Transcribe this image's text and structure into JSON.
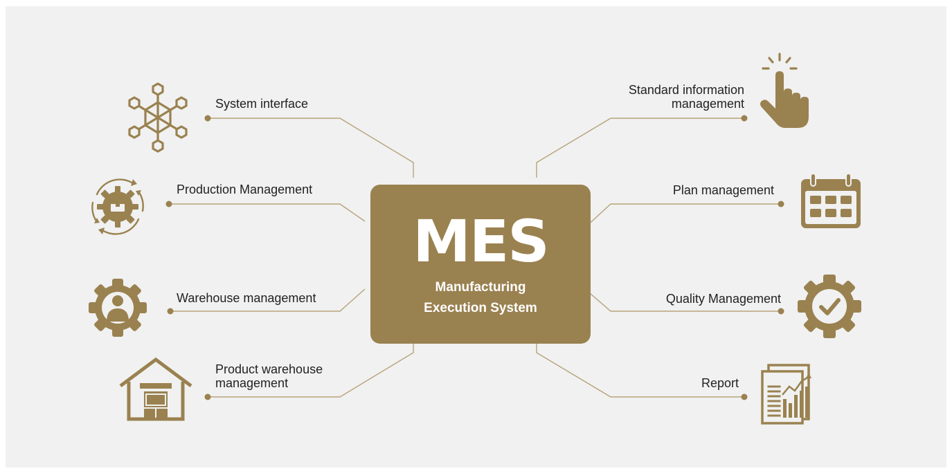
{
  "center": {
    "title": "MES",
    "subtitle_line1": "Manufacturing",
    "subtitle_line2": "Execution System"
  },
  "nodes_left": [
    {
      "label_line1": "System interface",
      "icon": "network-hexagon-icon"
    },
    {
      "label_line1": "Production Management",
      "icon": "gear-cycle-box-icon"
    },
    {
      "label_line1": "Warehouse management",
      "icon": "gear-person-icon"
    },
    {
      "label_line1": "Product warehouse",
      "label_line2": "management",
      "icon": "warehouse-icon"
    }
  ],
  "nodes_right": [
    {
      "label_line1": "Standard information",
      "label_line2": "management",
      "icon": "pointing-hand-icon"
    },
    {
      "label_line1": "Plan management",
      "icon": "calendar-icon"
    },
    {
      "label_line1": "Quality Management",
      "icon": "gear-check-icon"
    },
    {
      "label_line1": "Report",
      "icon": "report-chart-icon"
    }
  ],
  "colors": {
    "accent": "#9a8150",
    "line": "#b7a27b",
    "background": "#f0f1f0",
    "text": "#222222"
  }
}
